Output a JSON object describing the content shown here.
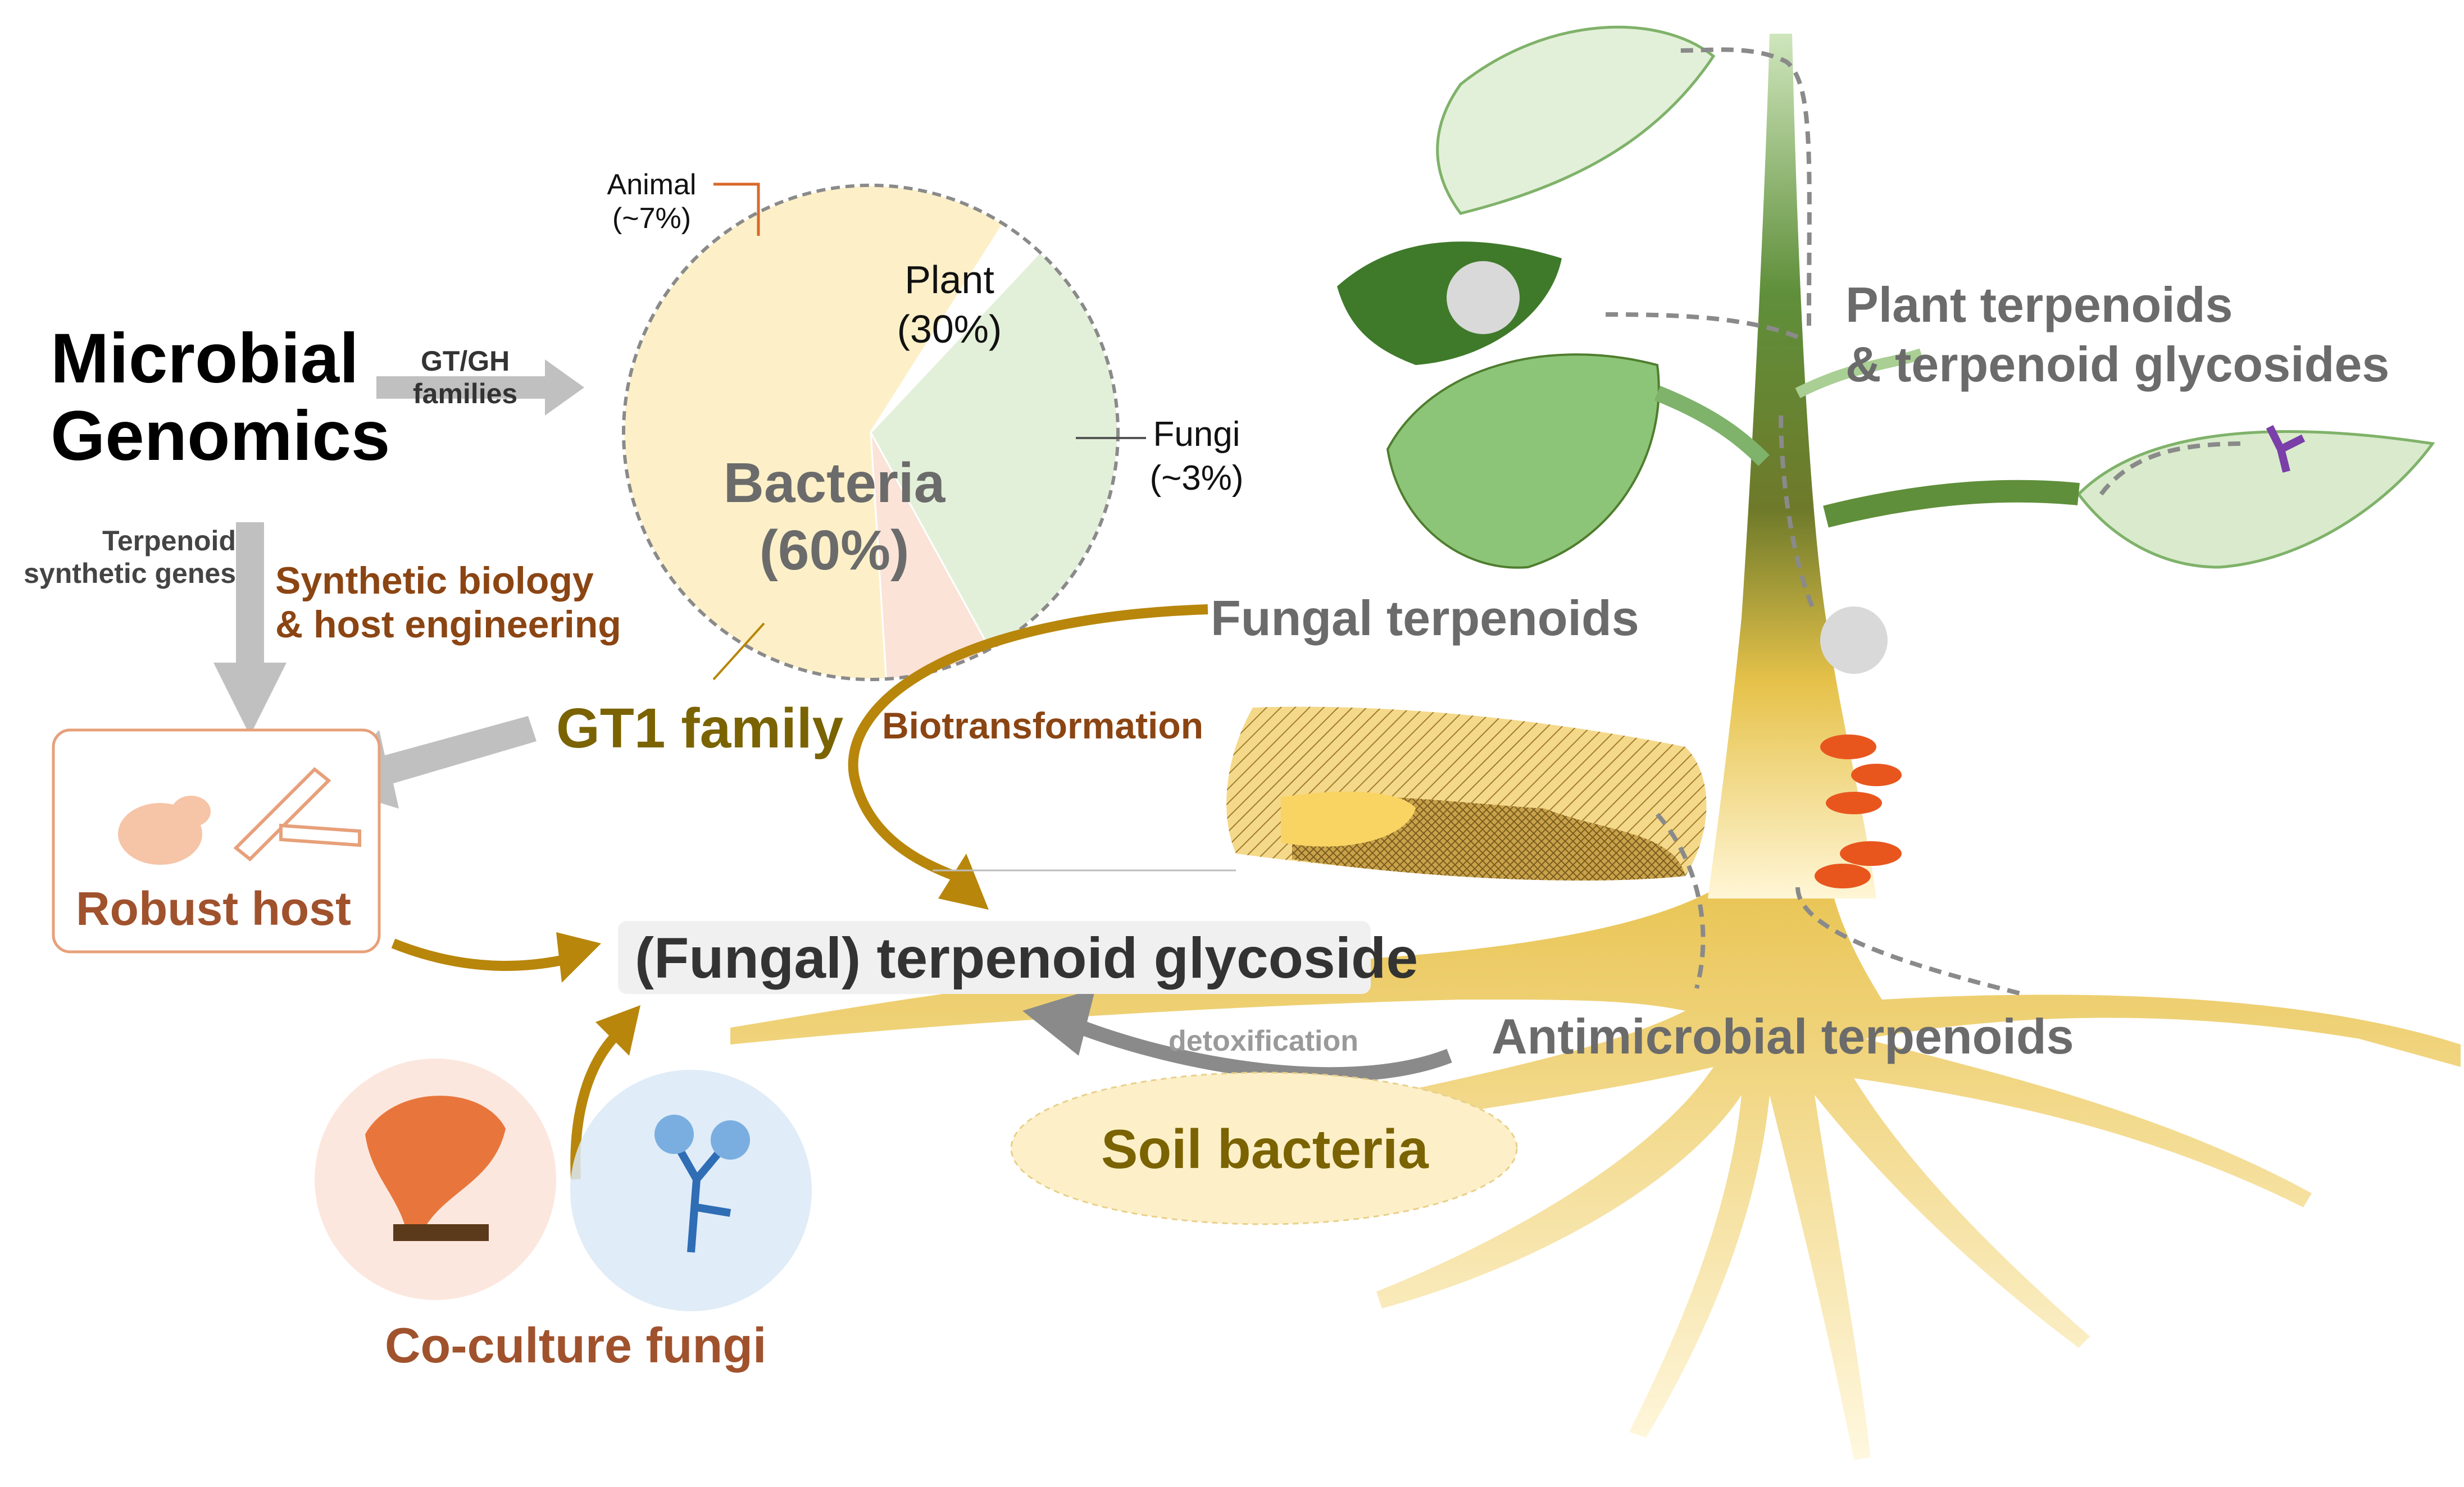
{
  "labels": {
    "microbial_genomics_line1": "Microbial",
    "microbial_genomics_line2": "Genomics",
    "gt_gh_line1": "GT/GH",
    "gt_gh_line2": "families",
    "terpenoid_genes_line1": "Terpenoid",
    "terpenoid_genes_line2": "synthetic genes",
    "synthetic_bio_line1": "Synthetic biology",
    "synthetic_bio_line2": "& host engineering",
    "gt1_family": "GT1 family",
    "robust_host": "Robust host",
    "biotransformation": "Biotransformation",
    "fungal_terpenoids": "Fungal terpenoids",
    "plant_terpenoids_line1": "Plant terpenoids",
    "plant_terpenoids_line2": "& terpenoid glycosides",
    "terpenoid_glycoside": "(Fungal) terpenoid glycoside",
    "detoxification": "detoxification",
    "antimicrobial_terpenoids": "Antimicrobial terpenoids",
    "soil_bacteria": "Soil bacteria",
    "coculture_fungi": "Co-culture fungi"
  },
  "pie": {
    "slices": [
      {
        "label_line1": "Bacteria",
        "label_line2": "(60%)",
        "value": 60,
        "color": "#fdf0c8"
      },
      {
        "label_line1": "Animal",
        "label_line2": "(~7%)",
        "value": 7,
        "color": "#fbe3d8"
      },
      {
        "label_line1": "Plant",
        "label_line2": "(30%)",
        "value": 30,
        "color": "#e3f0d9"
      },
      {
        "label_line1": "Fungi",
        "label_line2": "(~3%)",
        "value": 3,
        "color": "#ffffff"
      }
    ]
  },
  "colors": {
    "brown_text": "#8b4513",
    "gold_arrow": "#b8860b",
    "gray_text": "#6b6b6b",
    "gray_arrow": "#c0c0c0",
    "host_border": "#e7a07a",
    "leaf_green": "#8cc578",
    "stem_dark": "#4f7d2e",
    "root_yellow": "#f2d06b"
  }
}
